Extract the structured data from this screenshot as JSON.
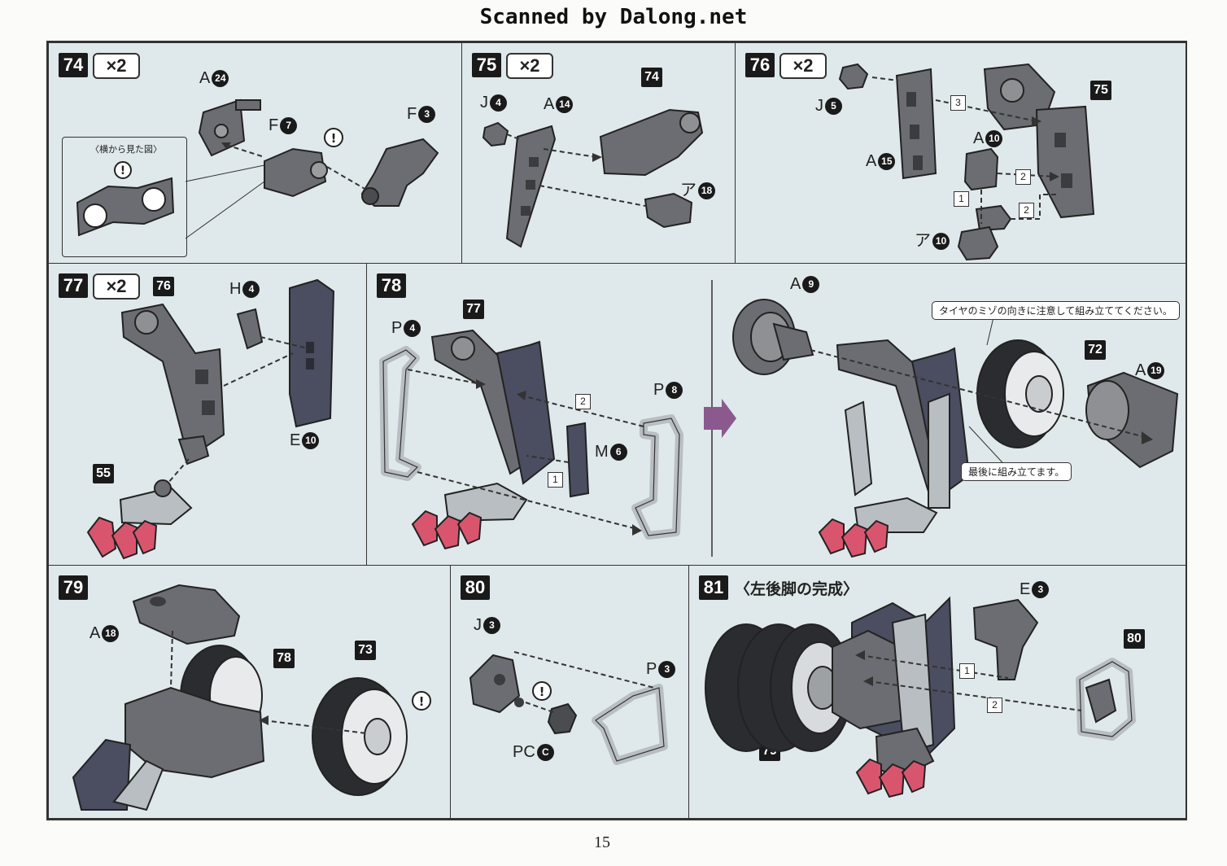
{
  "header": "Scanned by Dalong.net",
  "page_number": "15",
  "steps": {
    "s74": {
      "number": "74",
      "multiplier": "×2",
      "view_label": "〈横から見た図〉",
      "parts": [
        {
          "letter": "A",
          "num": "24"
        },
        {
          "letter": "F",
          "num": "7"
        },
        {
          "letter": "F",
          "num": "3"
        }
      ]
    },
    "s75": {
      "number": "75",
      "multiplier": "×2",
      "ref": "74",
      "parts": [
        {
          "letter": "J",
          "num": "4"
        },
        {
          "letter": "A",
          "num": "14"
        },
        {
          "letter": "ア",
          "num": "18"
        }
      ]
    },
    "s76": {
      "number": "76",
      "multiplier": "×2",
      "ref": "75",
      "parts": [
        {
          "letter": "J",
          "num": "5"
        },
        {
          "letter": "A",
          "num": "15"
        },
        {
          "letter": "A",
          "num": "10"
        },
        {
          "letter": "ア",
          "num": "10"
        }
      ],
      "order": [
        "1",
        "2",
        "2",
        "3"
      ]
    },
    "s77": {
      "number": "77",
      "multiplier": "×2",
      "ref_top": "76",
      "ref_bottom": "55",
      "parts": [
        {
          "letter": "H",
          "num": "4"
        },
        {
          "letter": "E",
          "num": "10"
        }
      ]
    },
    "s78": {
      "number": "78",
      "ref": "77",
      "ref_wheel": "72",
      "parts": [
        {
          "letter": "P",
          "num": "4"
        },
        {
          "letter": "P",
          "num": "8"
        },
        {
          "letter": "M",
          "num": "6"
        },
        {
          "letter": "A",
          "num": "9"
        },
        {
          "letter": "A",
          "num": "19"
        }
      ],
      "order": [
        "1",
        "2"
      ],
      "note_tire": "タイヤのミゾの向きに注意して組み立ててください。",
      "note_last": "最後に組み立てます。"
    },
    "s79": {
      "number": "79",
      "ref_body": "78",
      "ref_wheel": "73",
      "parts": [
        {
          "letter": "A",
          "num": "18"
        }
      ]
    },
    "s80": {
      "number": "80",
      "parts": [
        {
          "letter": "J",
          "num": "3"
        },
        {
          "letter": "P",
          "num": "3"
        },
        {
          "letter": "PC",
          "num": "C"
        }
      ]
    },
    "s81": {
      "number": "81",
      "title": "〈左後脚の完成〉",
      "ref_body": "79",
      "ref_part": "80",
      "parts": [
        {
          "letter": "E",
          "num": "3"
        }
      ],
      "order": [
        "1",
        "2"
      ]
    }
  },
  "colors": {
    "panel_bg": "#dfe8ea",
    "part_gray": "#6b6d72",
    "part_light": "#b9bec2",
    "part_dark": "#4b4d60",
    "claw_red": "#d9556e",
    "arrow_purple": "#8a5a8e"
  }
}
